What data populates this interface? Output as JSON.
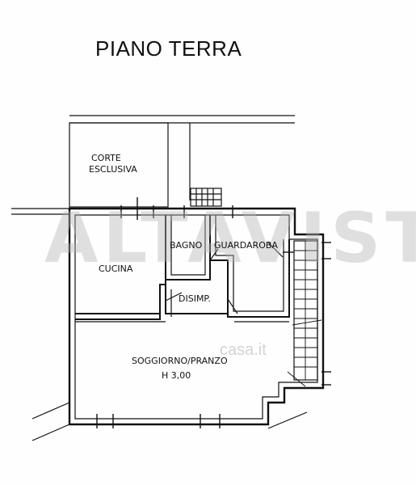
{
  "plan": {
    "title": "PIANO TERRA",
    "watermark": "ALTAVISTA",
    "watermark_site": "casa.it"
  },
  "rooms": {
    "corte_line1": "CORTE",
    "corte_line2": "ESCLUSIVA",
    "bagno": "BAGNO",
    "guardaroba": "GUARDAROBA",
    "cucina": "CUCINA",
    "disimp": "DISIMP.",
    "soggiorno": "SOGGIORNO/PRANZO",
    "height": "H 3,00"
  }
}
